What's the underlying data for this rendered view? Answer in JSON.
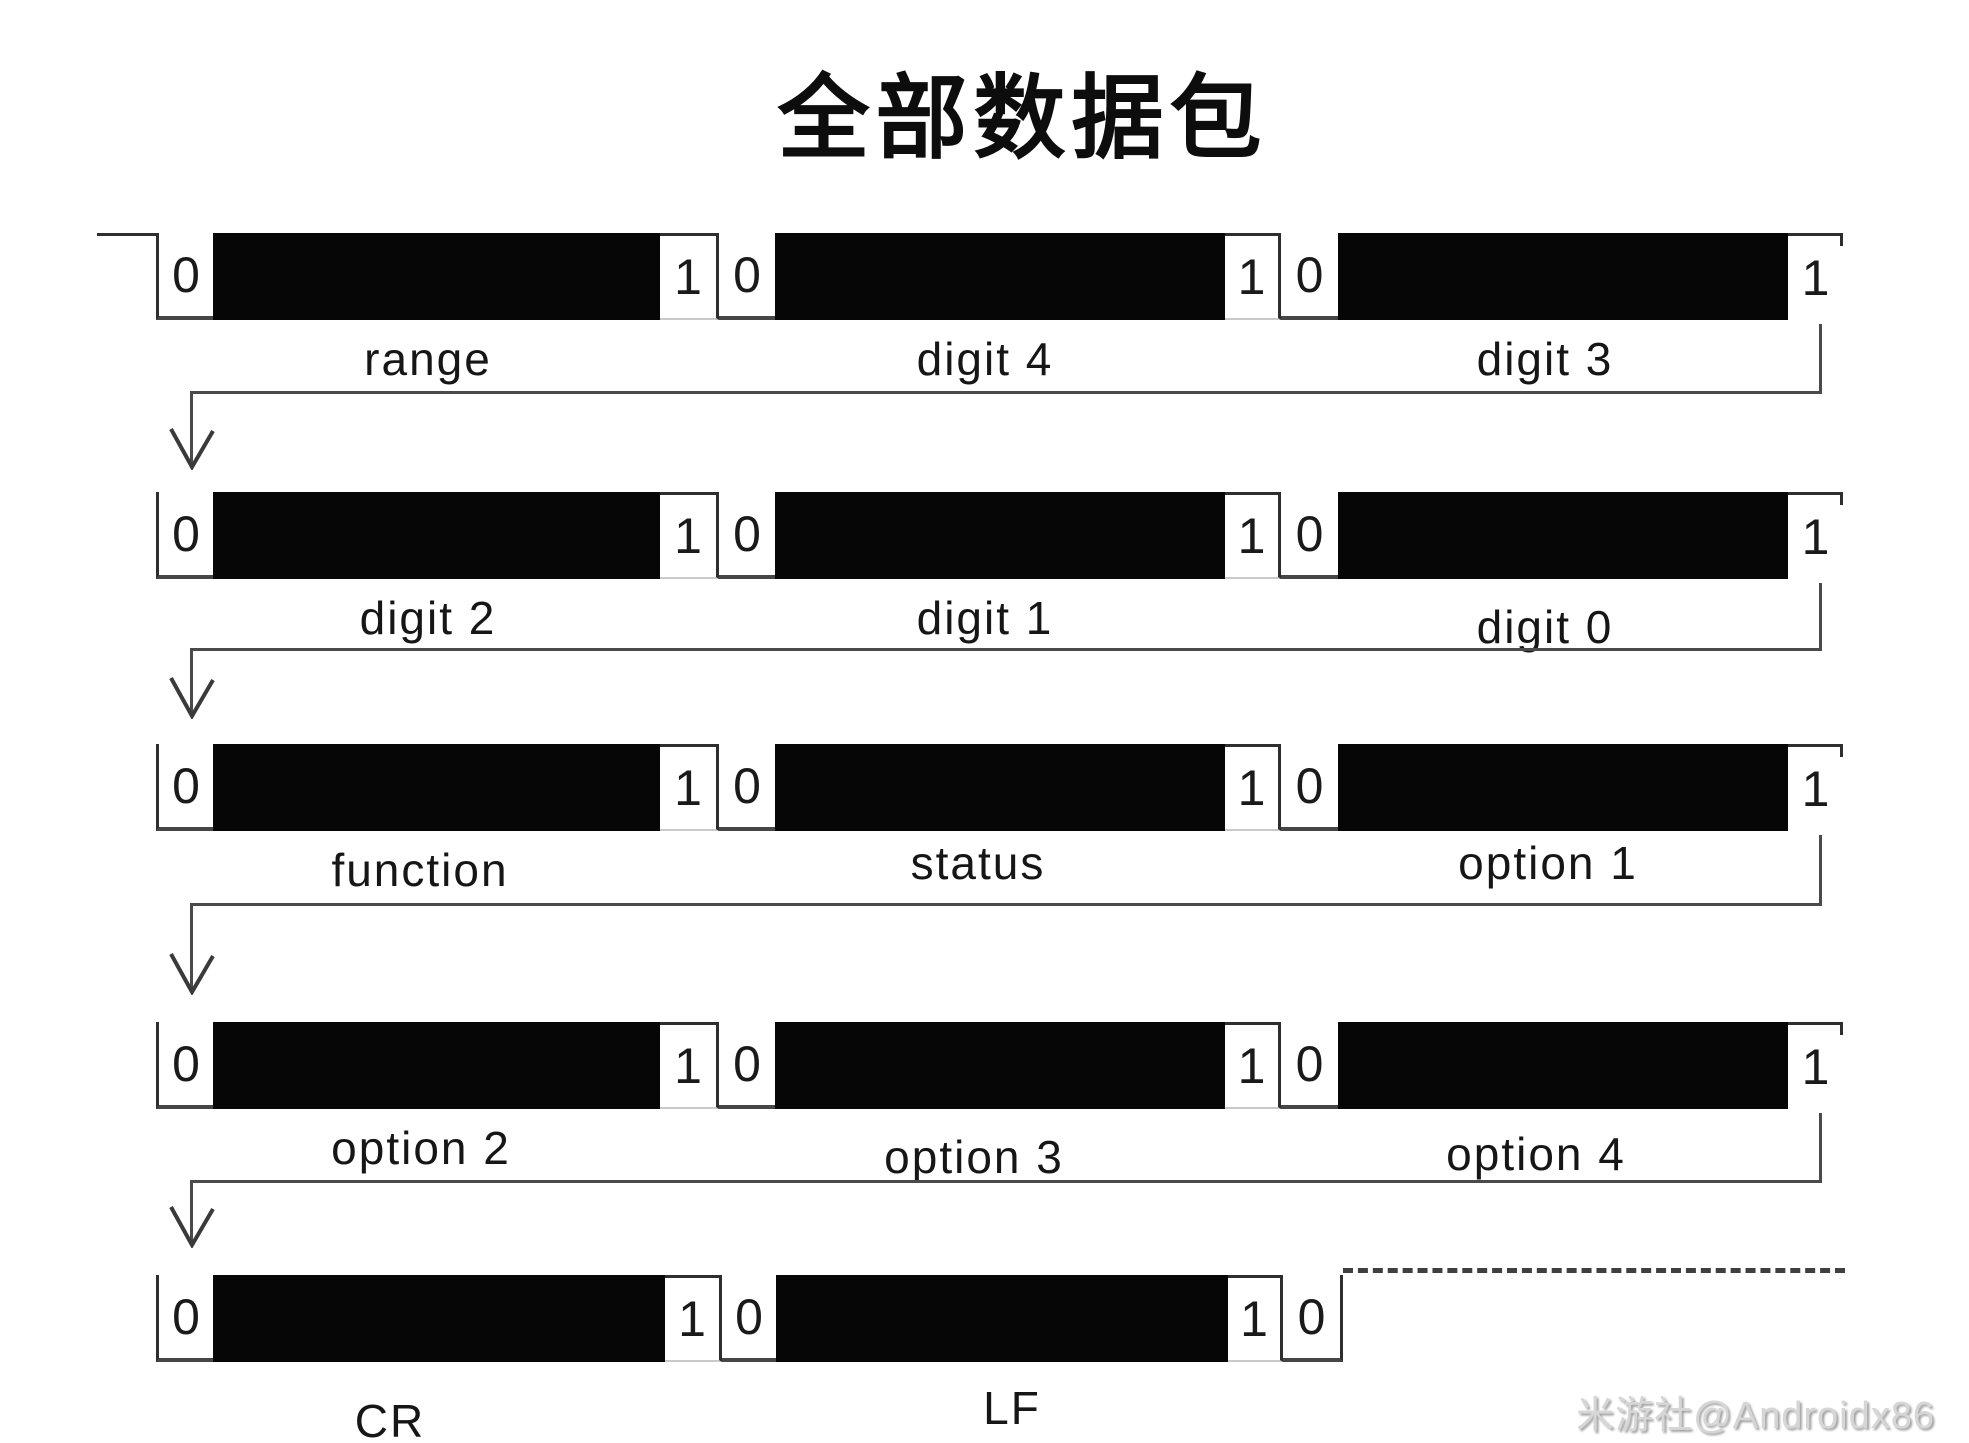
{
  "title": "全部数据包",
  "watermark": "米游社@Androidx86",
  "bits": {
    "zero": "0",
    "one": "1"
  },
  "rows": [
    {
      "fields": [
        "range",
        "digit 4",
        "digit 3"
      ]
    },
    {
      "fields": [
        "digit 2",
        "digit 1",
        "digit 0"
      ]
    },
    {
      "fields": [
        "function",
        "status",
        "option 1"
      ]
    },
    {
      "fields": [
        "option 2",
        "option 3",
        "option 4"
      ]
    },
    {
      "fields": [
        "CR",
        "LF"
      ]
    }
  ],
  "colors": {
    "block": "#060606",
    "line": "#2e2e2e",
    "connector": "#4a4a4a",
    "watermark_text": "#d6d6d6",
    "background": "#ffffff"
  }
}
